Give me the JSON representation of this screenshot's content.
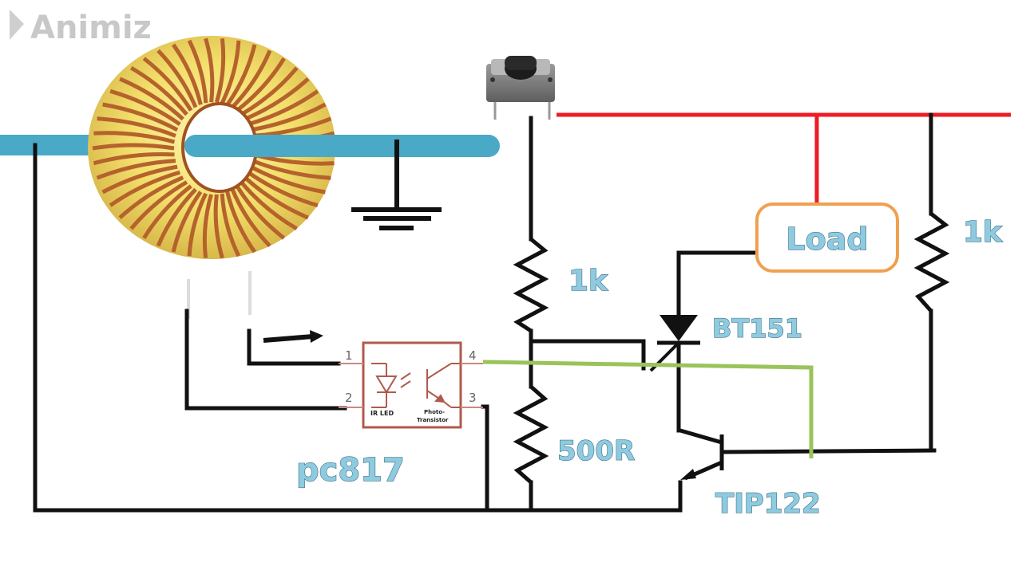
{
  "watermark": {
    "text": "Animiz"
  },
  "labels": {
    "load": "Load",
    "r_top": "1k",
    "r_right": "1k",
    "r_bottom": "500R",
    "scr": "BT151",
    "transistor": "TIP122",
    "optocoupler": "pc817"
  },
  "optocoupler": {
    "pins": [
      "1",
      "2",
      "3",
      "4"
    ],
    "led_label": "IR LED",
    "photo_label_line1": "Photo-",
    "photo_label_line2": "Transistor"
  },
  "colors": {
    "wire": "#111111",
    "supply": "#ee1c24",
    "sense": "#9ac35a",
    "conductor": "#4aa9c6",
    "load_border": "#f0a050",
    "ic_border": "#b05a4e",
    "label_fill": "#8ecbe0",
    "coil_copper": "#b5622c",
    "core_yellow": "#f3e27a"
  }
}
